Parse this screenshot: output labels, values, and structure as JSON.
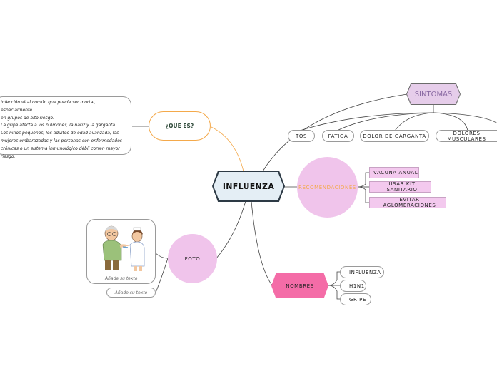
{
  "central": {
    "label": "INFLUENZA"
  },
  "que_es": {
    "label": "¿QUE ES?"
  },
  "description": [
    "Infección viral común que puede ser mortal, especialmente",
    "en grupos de alto riesgo.",
    "La gripe afecta a los pulmones, la nariz y la garganta.",
    "Los niños pequeños, los adultos de edad avanzada, las",
    "mujeres embarazadas y las personas con enfermedades",
    "crónicas o un sistema inmunológico débil corren mayor",
    "riesgo."
  ],
  "sintomas": {
    "label": "SINTOMAS",
    "items": [
      "TOS",
      "FATIGA",
      "DOLOR DE GARGANTA",
      "DOLORES MUSCULARES"
    ]
  },
  "recomendaciones": {
    "label": "RECOMENDACIONES",
    "items": [
      "VACUNA ANUAL",
      "USAR KIT SANITARIO",
      "EVITAR AGLOMERACIONES"
    ]
  },
  "foto": {
    "label": "FOTO",
    "image_caption": "Añade su texto",
    "extra_caption": "Añade su texto"
  },
  "nombres": {
    "label": "NOMBRES",
    "items": [
      "INFLUENZA",
      "H1N1",
      "GRIPE"
    ]
  },
  "colors": {
    "central_fill": "#e4eef5",
    "central_border": "#2d3a45",
    "pink_light": "#f0c4eb",
    "pink_hot": "#f46ca7",
    "sintomas_fill": "#e6cdea",
    "que_es_border": "#f4a94b",
    "recomendaciones_text": "#f4a94b",
    "sintomas_text": "#8a6aa3"
  }
}
